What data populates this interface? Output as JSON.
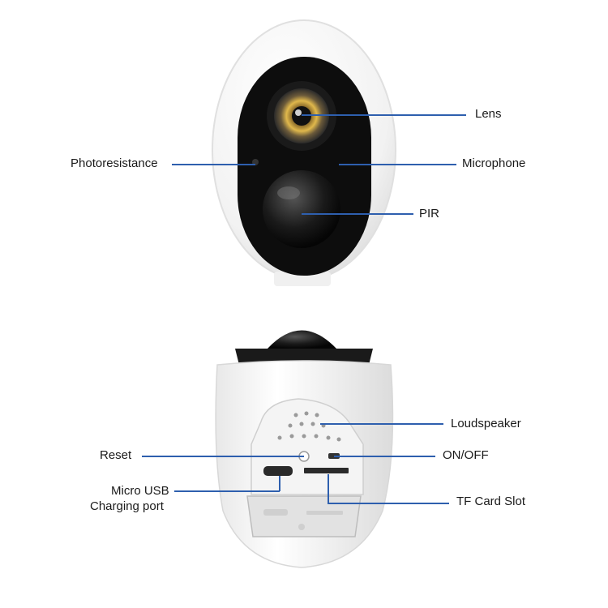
{
  "accent_color": "#2e5fae",
  "labels": {
    "lens": "Lens",
    "photoresistance": "Photoresistance",
    "microphone": "Microphone",
    "pir": "PIR",
    "loudspeaker": "Loudspeaker",
    "reset": "Reset",
    "on_off": "ON/OFF",
    "micro_usb_line1": "Micro USB",
    "micro_usb_line2": "Charging port",
    "tf_card_slot": "TF Card Slot"
  }
}
